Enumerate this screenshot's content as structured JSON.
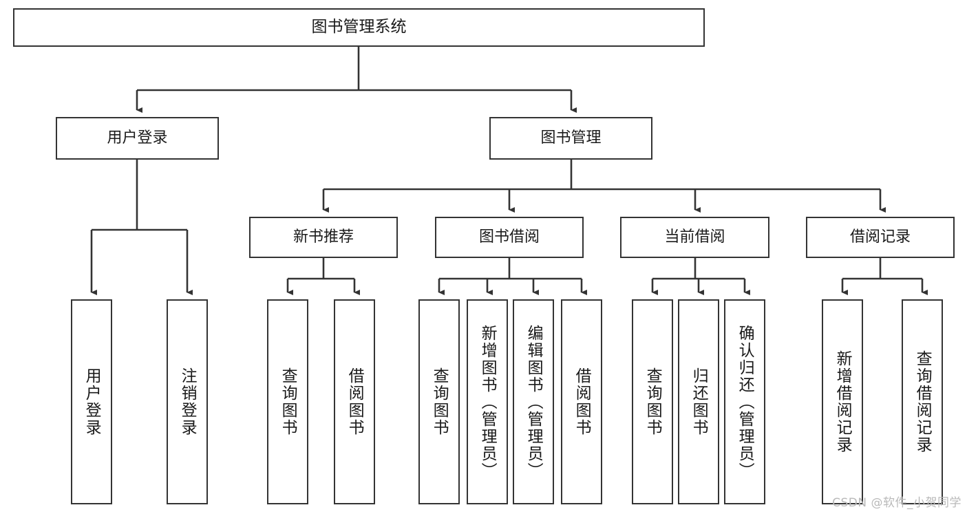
{
  "diagram": {
    "title_node": {
      "label": "图书管理系统"
    },
    "level2": [
      {
        "id": "user-login",
        "label": "用户登录"
      },
      {
        "id": "book-manage",
        "label": "图书管理"
      }
    ],
    "level3": [
      {
        "id": "new-book-recommend",
        "label": "新书推荐"
      },
      {
        "id": "book-borrow",
        "label": "图书借阅"
      },
      {
        "id": "current-borrow",
        "label": "当前借阅"
      },
      {
        "id": "borrow-record",
        "label": "借阅记录"
      }
    ],
    "leaves": [
      {
        "id": "leaf-user-login",
        "label": "用户登录"
      },
      {
        "id": "leaf-logout-login",
        "label": "注销登录"
      },
      {
        "id": "leaf-query-book-1",
        "label": "查询图书"
      },
      {
        "id": "leaf-borrow-book-1",
        "label": "借阅图书"
      },
      {
        "id": "leaf-query-book-2",
        "label": "查询图书"
      },
      {
        "id": "leaf-add-book",
        "label": "新增图书（管理员）"
      },
      {
        "id": "leaf-edit-book",
        "label": "编辑图书（管理员）"
      },
      {
        "id": "leaf-borrow-book-2",
        "label": "借阅图书"
      },
      {
        "id": "leaf-query-book-3",
        "label": "查询图书"
      },
      {
        "id": "leaf-return-book",
        "label": "归还图书"
      },
      {
        "id": "leaf-confirm-return",
        "label": "确认归还（管理员）"
      },
      {
        "id": "leaf-add-borrow-record",
        "label": "新增借阅记录"
      },
      {
        "id": "leaf-query-borrow-record",
        "label": "查询借阅记录"
      }
    ],
    "watermark": "CSDN @软件_小贺同学",
    "colors": {
      "stroke": "#333333",
      "fill": "#ffffff",
      "text": "#1a1a1a",
      "watermark": "#b9b9b9"
    }
  }
}
